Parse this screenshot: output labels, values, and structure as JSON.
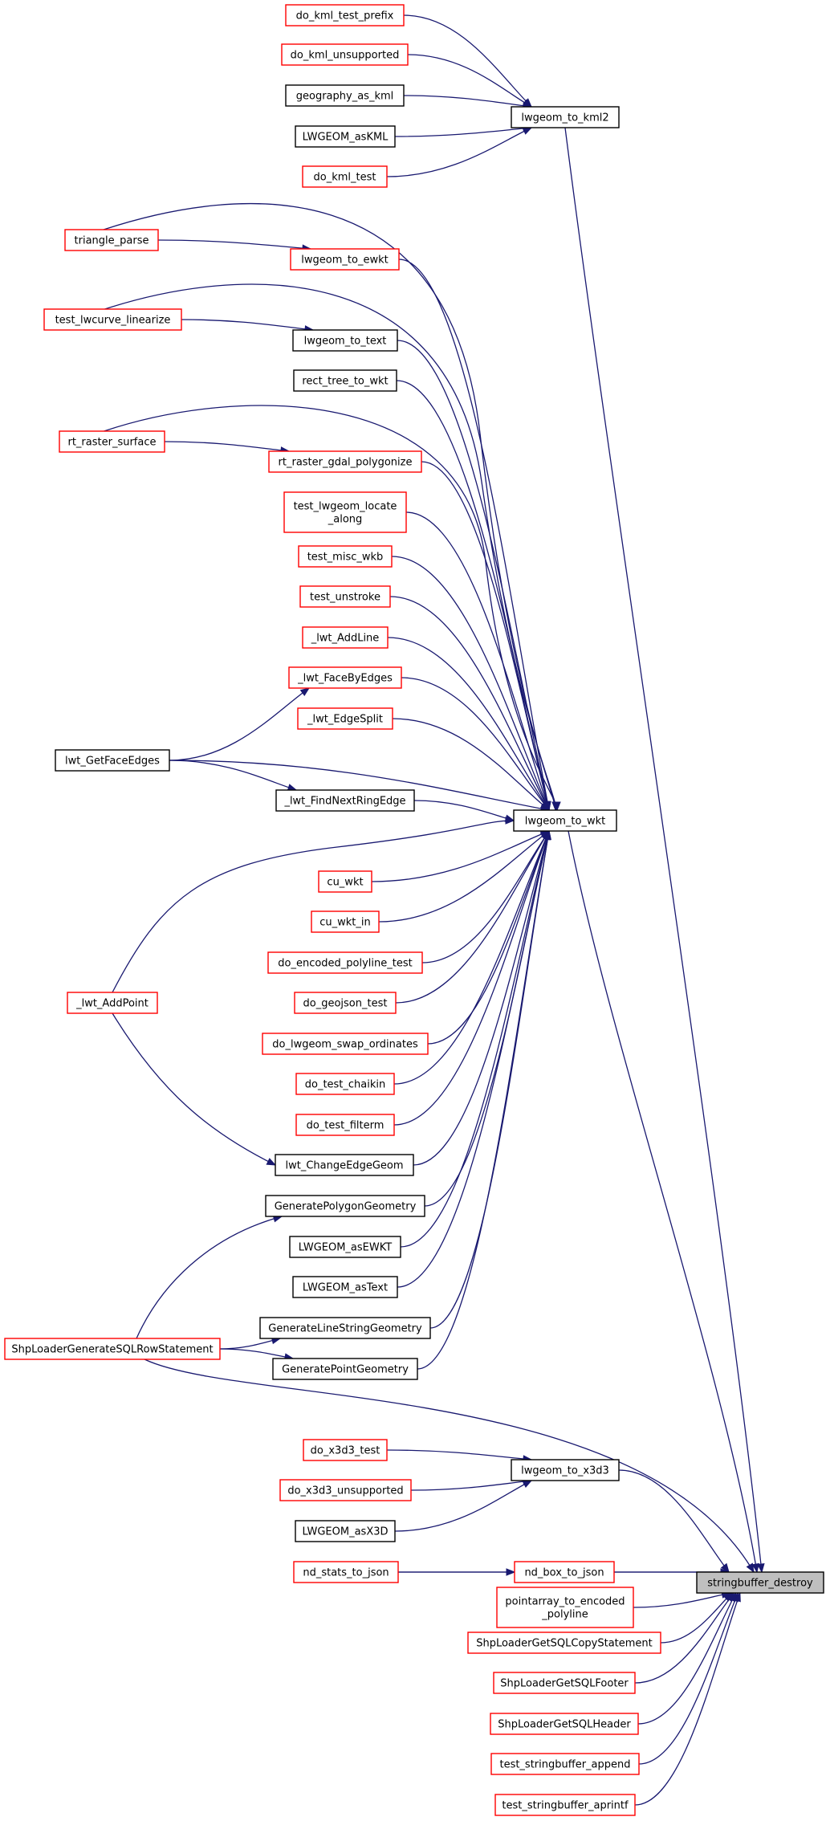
{
  "graph": {
    "edge_color": "#191970",
    "node_border_colors": {
      "documented": "#000000",
      "undocumented": "#ff0000"
    },
    "root_fill": "#bfbfbf",
    "nodes": [
      {
        "id": "do_kml_test_prefix",
        "lines": [
          "do_kml_test_prefix"
        ],
        "style": "red"
      },
      {
        "id": "do_kml_unsupported",
        "lines": [
          "do_kml_unsupported"
        ],
        "style": "red"
      },
      {
        "id": "geography_as_kml",
        "lines": [
          "geography_as_kml"
        ],
        "style": "black"
      },
      {
        "id": "LWGEOM_asKML",
        "lines": [
          "LWGEOM_asKML"
        ],
        "style": "black"
      },
      {
        "id": "do_kml_test",
        "lines": [
          "do_kml_test"
        ],
        "style": "red"
      },
      {
        "id": "lwgeom_to_kml2",
        "lines": [
          "lwgeom_to_kml2"
        ],
        "style": "black"
      },
      {
        "id": "triangle_parse",
        "lines": [
          "triangle_parse"
        ],
        "style": "red"
      },
      {
        "id": "lwgeom_to_ewkt",
        "lines": [
          "lwgeom_to_ewkt"
        ],
        "style": "red"
      },
      {
        "id": "test_lwcurve_linearize",
        "lines": [
          "test_lwcurve_linearize"
        ],
        "style": "red"
      },
      {
        "id": "lwgeom_to_text",
        "lines": [
          "lwgeom_to_text"
        ],
        "style": "black"
      },
      {
        "id": "rect_tree_to_wkt",
        "lines": [
          "rect_tree_to_wkt"
        ],
        "style": "black"
      },
      {
        "id": "rt_raster_surface",
        "lines": [
          "rt_raster_surface"
        ],
        "style": "red"
      },
      {
        "id": "rt_raster_gdal_polygonize",
        "lines": [
          "rt_raster_gdal_polygonize"
        ],
        "style": "red"
      },
      {
        "id": "test_lwgeom_locate_along",
        "lines": [
          "test_lwgeom_locate",
          "_along"
        ],
        "style": "red"
      },
      {
        "id": "test_misc_wkb",
        "lines": [
          "test_misc_wkb"
        ],
        "style": "red"
      },
      {
        "id": "test_unstroke",
        "lines": [
          "test_unstroke"
        ],
        "style": "red"
      },
      {
        "id": "_lwt_AddLine",
        "lines": [
          "_lwt_AddLine"
        ],
        "style": "red"
      },
      {
        "id": "_lwt_FaceByEdges",
        "lines": [
          "_lwt_FaceByEdges"
        ],
        "style": "red"
      },
      {
        "id": "_lwt_EdgeSplit",
        "lines": [
          "_lwt_EdgeSplit"
        ],
        "style": "red"
      },
      {
        "id": "lwt_GetFaceEdges",
        "lines": [
          "lwt_GetFaceEdges"
        ],
        "style": "black"
      },
      {
        "id": "_lwt_FindNextRingEdge",
        "lines": [
          "_lwt_FindNextRingEdge"
        ],
        "style": "black"
      },
      {
        "id": "lwgeom_to_wkt",
        "lines": [
          "lwgeom_to_wkt"
        ],
        "style": "black"
      },
      {
        "id": "cu_wkt",
        "lines": [
          "cu_wkt"
        ],
        "style": "red"
      },
      {
        "id": "cu_wkt_in",
        "lines": [
          "cu_wkt_in"
        ],
        "style": "red"
      },
      {
        "id": "do_encoded_polyline_test",
        "lines": [
          "do_encoded_polyline_test"
        ],
        "style": "red"
      },
      {
        "id": "_lwt_AddPoint",
        "lines": [
          "_lwt_AddPoint"
        ],
        "style": "red"
      },
      {
        "id": "do_geojson_test",
        "lines": [
          "do_geojson_test"
        ],
        "style": "red"
      },
      {
        "id": "do_lwgeom_swap_ordinates",
        "lines": [
          "do_lwgeom_swap_ordinates"
        ],
        "style": "red"
      },
      {
        "id": "do_test_chaikin",
        "lines": [
          "do_test_chaikin"
        ],
        "style": "red"
      },
      {
        "id": "do_test_filterm",
        "lines": [
          "do_test_filterm"
        ],
        "style": "red"
      },
      {
        "id": "lwt_ChangeEdgeGeom",
        "lines": [
          "lwt_ChangeEdgeGeom"
        ],
        "style": "black"
      },
      {
        "id": "GeneratePolygonGeometry",
        "lines": [
          "GeneratePolygonGeometry"
        ],
        "style": "black"
      },
      {
        "id": "LWGEOM_asEWKT",
        "lines": [
          "LWGEOM_asEWKT"
        ],
        "style": "black"
      },
      {
        "id": "LWGEOM_asText",
        "lines": [
          "LWGEOM_asText"
        ],
        "style": "black"
      },
      {
        "id": "GenerateLineStringGeometry",
        "lines": [
          "GenerateLineStringGeometry"
        ],
        "style": "black"
      },
      {
        "id": "ShpLoaderGenerateSQLRowStatement",
        "lines": [
          "ShpLoaderGenerateSQLRowStatement"
        ],
        "style": "red"
      },
      {
        "id": "GeneratePointGeometry",
        "lines": [
          "GeneratePointGeometry"
        ],
        "style": "black"
      },
      {
        "id": "do_x3d3_test",
        "lines": [
          "do_x3d3_test"
        ],
        "style": "red"
      },
      {
        "id": "lwgeom_to_x3d3",
        "lines": [
          "lwgeom_to_x3d3"
        ],
        "style": "black"
      },
      {
        "id": "do_x3d3_unsupported",
        "lines": [
          "do_x3d3_unsupported"
        ],
        "style": "red"
      },
      {
        "id": "LWGEOM_asX3D",
        "lines": [
          "LWGEOM_asX3D"
        ],
        "style": "black"
      },
      {
        "id": "nd_box_to_json",
        "lines": [
          "nd_box_to_json"
        ],
        "style": "red"
      },
      {
        "id": "nd_stats_to_json",
        "lines": [
          "nd_stats_to_json"
        ],
        "style": "red"
      },
      {
        "id": "stringbuffer_destroy",
        "lines": [
          "stringbuffer_destroy"
        ],
        "style": "root"
      },
      {
        "id": "pointarray_to_encoded_polyline",
        "lines": [
          "pointarray_to_encoded",
          "_polyline"
        ],
        "style": "red"
      },
      {
        "id": "ShpLoaderGetSQLCopyStatement",
        "lines": [
          "ShpLoaderGetSQLCopyStatement"
        ],
        "style": "red"
      },
      {
        "id": "ShpLoaderGetSQLFooter",
        "lines": [
          "ShpLoaderGetSQLFooter"
        ],
        "style": "red"
      },
      {
        "id": "ShpLoaderGetSQLHeader",
        "lines": [
          "ShpLoaderGetSQLHeader"
        ],
        "style": "red"
      },
      {
        "id": "test_stringbuffer_append",
        "lines": [
          "test_stringbuffer_append"
        ],
        "style": "red"
      },
      {
        "id": "test_stringbuffer_aprintf",
        "lines": [
          "test_stringbuffer_aprintf"
        ],
        "style": "red"
      }
    ],
    "edges": [
      {
        "from": "do_kml_test_prefix",
        "to": "lwgeom_to_kml2"
      },
      {
        "from": "do_kml_unsupported",
        "to": "lwgeom_to_kml2"
      },
      {
        "from": "geography_as_kml",
        "to": "lwgeom_to_kml2"
      },
      {
        "from": "LWGEOM_asKML",
        "to": "lwgeom_to_kml2"
      },
      {
        "from": "do_kml_test",
        "to": "lwgeom_to_kml2"
      },
      {
        "from": "lwgeom_to_kml2",
        "to": "stringbuffer_destroy"
      },
      {
        "from": "triangle_parse",
        "to": "lwgeom_to_ewkt"
      },
      {
        "from": "triangle_parse",
        "to": "lwgeom_to_wkt"
      },
      {
        "from": "lwgeom_to_ewkt",
        "to": "lwgeom_to_wkt"
      },
      {
        "from": "test_lwcurve_linearize",
        "to": "lwgeom_to_text"
      },
      {
        "from": "test_lwcurve_linearize",
        "to": "lwgeom_to_wkt"
      },
      {
        "from": "lwgeom_to_text",
        "to": "lwgeom_to_wkt"
      },
      {
        "from": "rect_tree_to_wkt",
        "to": "lwgeom_to_wkt"
      },
      {
        "from": "rt_raster_surface",
        "to": "rt_raster_gdal_polygonize"
      },
      {
        "from": "rt_raster_surface",
        "to": "lwgeom_to_wkt"
      },
      {
        "from": "rt_raster_gdal_polygonize",
        "to": "lwgeom_to_wkt"
      },
      {
        "from": "test_lwgeom_locate_along",
        "to": "lwgeom_to_wkt"
      },
      {
        "from": "test_misc_wkb",
        "to": "lwgeom_to_wkt"
      },
      {
        "from": "test_unstroke",
        "to": "lwgeom_to_wkt"
      },
      {
        "from": "_lwt_AddLine",
        "to": "lwgeom_to_wkt"
      },
      {
        "from": "_lwt_FaceByEdges",
        "to": "lwgeom_to_wkt"
      },
      {
        "from": "_lwt_EdgeSplit",
        "to": "lwgeom_to_wkt"
      },
      {
        "from": "lwt_GetFaceEdges",
        "to": "_lwt_FaceByEdges"
      },
      {
        "from": "lwt_GetFaceEdges",
        "to": "lwgeom_to_wkt"
      },
      {
        "from": "lwt_GetFaceEdges",
        "to": "_lwt_FindNextRingEdge"
      },
      {
        "from": "_lwt_FindNextRingEdge",
        "to": "lwgeom_to_wkt"
      },
      {
        "from": "_lwt_AddPoint",
        "to": "lwgeom_to_wkt"
      },
      {
        "from": "_lwt_AddPoint",
        "to": "lwt_ChangeEdgeGeom"
      },
      {
        "from": "cu_wkt",
        "to": "lwgeom_to_wkt"
      },
      {
        "from": "cu_wkt_in",
        "to": "lwgeom_to_wkt"
      },
      {
        "from": "do_encoded_polyline_test",
        "to": "lwgeom_to_wkt"
      },
      {
        "from": "do_geojson_test",
        "to": "lwgeom_to_wkt"
      },
      {
        "from": "do_lwgeom_swap_ordinates",
        "to": "lwgeom_to_wkt"
      },
      {
        "from": "do_test_chaikin",
        "to": "lwgeom_to_wkt"
      },
      {
        "from": "do_test_filterm",
        "to": "lwgeom_to_wkt"
      },
      {
        "from": "lwt_ChangeEdgeGeom",
        "to": "lwgeom_to_wkt"
      },
      {
        "from": "GeneratePolygonGeometry",
        "to": "lwgeom_to_wkt"
      },
      {
        "from": "LWGEOM_asEWKT",
        "to": "lwgeom_to_wkt"
      },
      {
        "from": "LWGEOM_asText",
        "to": "lwgeom_to_wkt"
      },
      {
        "from": "GenerateLineStringGeometry",
        "to": "lwgeom_to_wkt"
      },
      {
        "from": "GeneratePointGeometry",
        "to": "lwgeom_to_wkt"
      },
      {
        "from": "ShpLoaderGenerateSQLRowStatement",
        "to": "GeneratePolygonGeometry"
      },
      {
        "from": "ShpLoaderGenerateSQLRowStatement",
        "to": "GenerateLineStringGeometry"
      },
      {
        "from": "ShpLoaderGenerateSQLRowStatement",
        "to": "GeneratePointGeometry"
      },
      {
        "from": "ShpLoaderGenerateSQLRowStatement",
        "to": "stringbuffer_destroy"
      },
      {
        "from": "lwgeom_to_wkt",
        "to": "stringbuffer_destroy"
      },
      {
        "from": "do_x3d3_test",
        "to": "lwgeom_to_x3d3"
      },
      {
        "from": "do_x3d3_unsupported",
        "to": "lwgeom_to_x3d3"
      },
      {
        "from": "LWGEOM_asX3D",
        "to": "lwgeom_to_x3d3"
      },
      {
        "from": "lwgeom_to_x3d3",
        "to": "stringbuffer_destroy"
      },
      {
        "from": "nd_stats_to_json",
        "to": "nd_box_to_json"
      },
      {
        "from": "nd_stats_to_json",
        "to": "stringbuffer_destroy"
      },
      {
        "from": "nd_box_to_json",
        "to": "stringbuffer_destroy"
      },
      {
        "from": "pointarray_to_encoded_polyline",
        "to": "stringbuffer_destroy"
      },
      {
        "from": "ShpLoaderGetSQLCopyStatement",
        "to": "stringbuffer_destroy"
      },
      {
        "from": "ShpLoaderGetSQLFooter",
        "to": "stringbuffer_destroy"
      },
      {
        "from": "ShpLoaderGetSQLHeader",
        "to": "stringbuffer_destroy"
      },
      {
        "from": "test_stringbuffer_append",
        "to": "stringbuffer_destroy"
      },
      {
        "from": "test_stringbuffer_aprintf",
        "to": "stringbuffer_destroy"
      }
    ]
  }
}
